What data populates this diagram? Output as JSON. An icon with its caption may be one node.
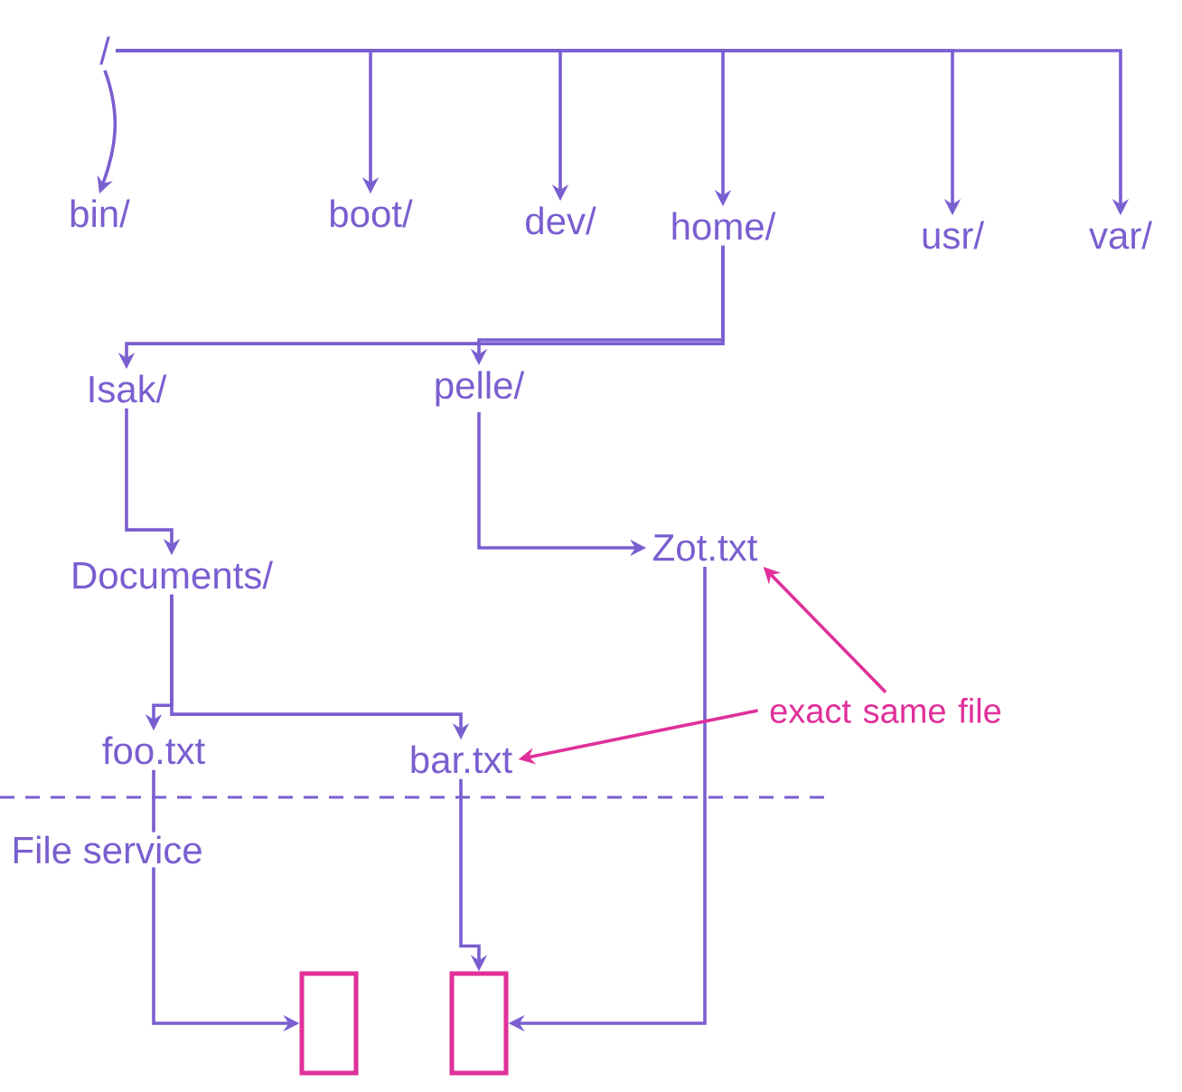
{
  "diagram": {
    "nodes": [
      {
        "text": [
          "/"
        ]
      },
      {
        "text": [
          "bin/"
        ]
      },
      {
        "text": [
          "boot/"
        ]
      },
      {
        "text": [
          "dev/"
        ]
      },
      {
        "text": [
          "home/"
        ]
      },
      {
        "text": [
          "usr/"
        ]
      },
      {
        "text": [
          "var/"
        ]
      },
      {
        "text": [
          "Isak/"
        ]
      },
      {
        "text": [
          "pelle/"
        ]
      },
      {
        "text": [
          "Documents/"
        ]
      },
      {
        "text": [
          "Zot.txt"
        ]
      },
      {
        "text": [
          "foo.txt"
        ]
      },
      {
        "text": [
          "bar.txt"
        ]
      },
      {
        "text": [],
        "shape": "box"
      },
      {
        "text": [],
        "shape": "box"
      },
      {
        "text": [
          "exact same file"
        ]
      }
    ],
    "edges": [
      {
        "from": 0,
        "to": 1,
        "arrow": "to"
      },
      {
        "from": 0,
        "to": 2,
        "arrow": "to"
      },
      {
        "from": 0,
        "to": 3,
        "arrow": "to"
      },
      {
        "from": 0,
        "to": 4,
        "arrow": "to"
      },
      {
        "from": 0,
        "to": 5,
        "arrow": "to"
      },
      {
        "from": 0,
        "to": 6,
        "arrow": "to"
      },
      {
        "from": 4,
        "to": 7,
        "arrow": "to"
      },
      {
        "from": 4,
        "to": 8,
        "arrow": "to"
      },
      {
        "from": 7,
        "to": 9,
        "arrow": "to"
      },
      {
        "from": 8,
        "to": 10,
        "arrow": "to"
      },
      {
        "from": 9,
        "to": 11,
        "arrow": "to"
      },
      {
        "from": 9,
        "to": 12,
        "arrow": "to"
      },
      {
        "from": 11,
        "to": 13,
        "arrow": "to"
      },
      {
        "from": 12,
        "to": 14,
        "arrow": "to"
      },
      {
        "from": 10,
        "to": 14,
        "arrow": "to"
      },
      {
        "from": 15,
        "to": 10,
        "arrow": "to",
        "color": "#e0309a"
      },
      {
        "from": 15,
        "to": 12,
        "arrow": "to",
        "color": "#e0309a"
      }
    ],
    "labels": [
      "File service"
    ]
  }
}
